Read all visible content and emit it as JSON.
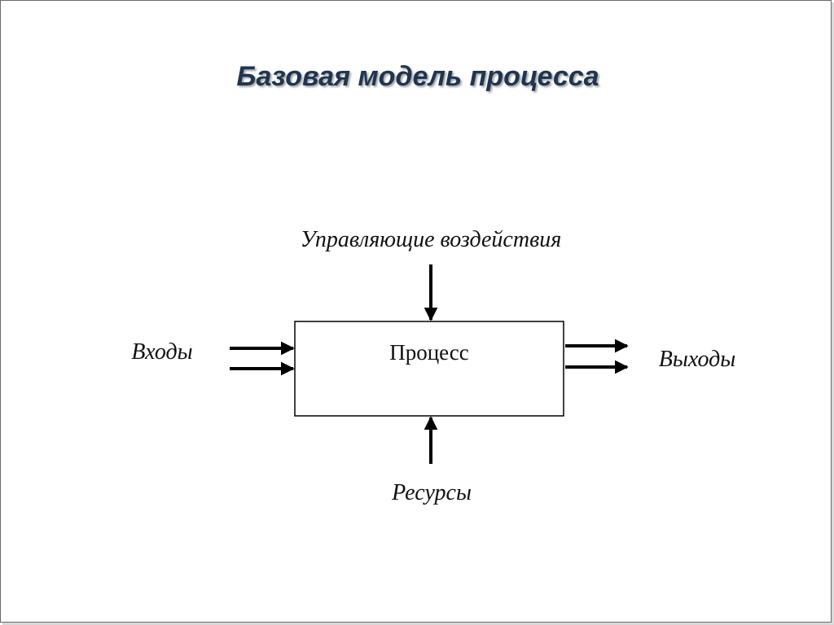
{
  "slide": {
    "title": "Базовая модель процесса"
  },
  "diagram": {
    "process_label": "Процесс",
    "control_label": "Управляющие воздействия",
    "inputs_label": "Входы",
    "outputs_label": "Выходы",
    "resources_label": "Ресурсы"
  },
  "colors": {
    "title": "#1f3550",
    "line": "#000000",
    "border": "#6a6a6a"
  }
}
